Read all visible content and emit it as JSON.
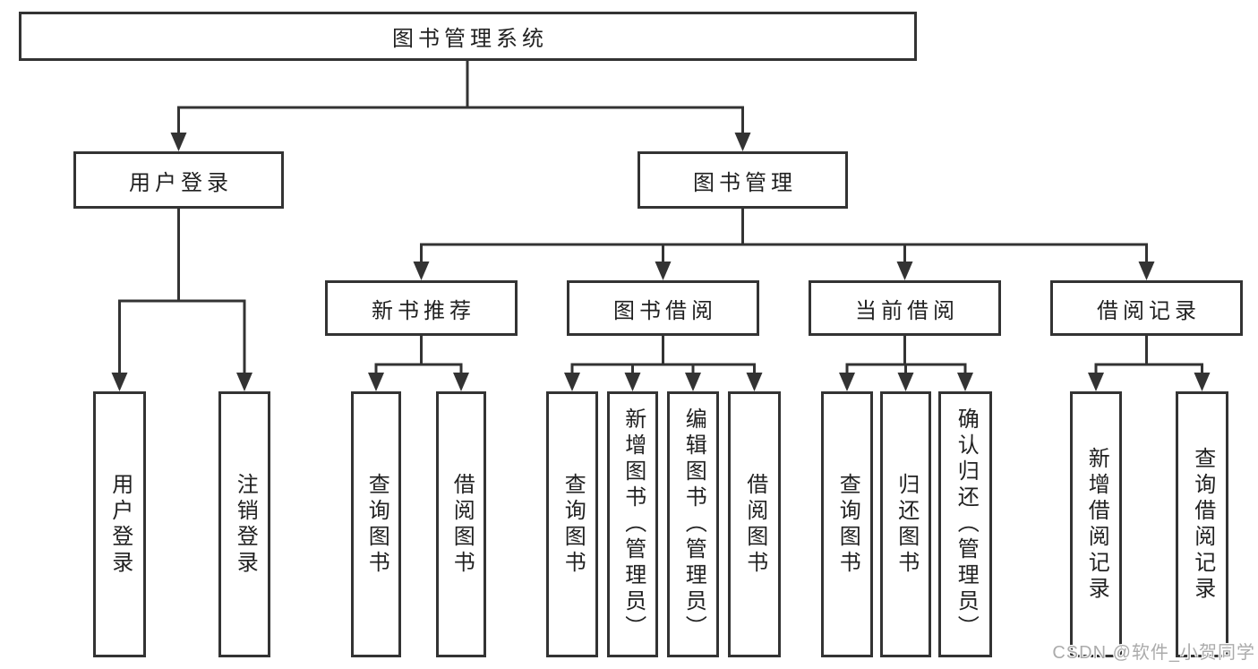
{
  "tree": {
    "root": {
      "label": "图书管理系统",
      "children": [
        {
          "label": "用户登录",
          "children": [
            {
              "label": "用户登录"
            },
            {
              "label": "注销登录"
            }
          ]
        },
        {
          "label": "图书管理",
          "children": [
            {
              "label": "新书推荐",
              "children": [
                {
                  "label": "查询图书"
                },
                {
                  "label": "借阅图书"
                }
              ]
            },
            {
              "label": "图书借阅",
              "children": [
                {
                  "label": "查询图书"
                },
                {
                  "label": "新增图书（管理员）"
                },
                {
                  "label": "编辑图书（管理员）"
                },
                {
                  "label": "借阅图书"
                }
              ]
            },
            {
              "label": "当前借阅",
              "children": [
                {
                  "label": "查询图书"
                },
                {
                  "label": "归还图书"
                },
                {
                  "label": "确认归还（管理员）"
                }
              ]
            },
            {
              "label": "借阅记录",
              "children": [
                {
                  "label": "新增借阅记录"
                },
                {
                  "label": "查询借阅记录"
                }
              ]
            }
          ]
        }
      ]
    }
  },
  "watermark": {
    "text": "CSDN @软件_小贺同学"
  },
  "colors": {
    "line": "#333333",
    "box_border": "#333333",
    "text": "#212121",
    "watermark": "#ababab",
    "background": "#ffffff"
  }
}
